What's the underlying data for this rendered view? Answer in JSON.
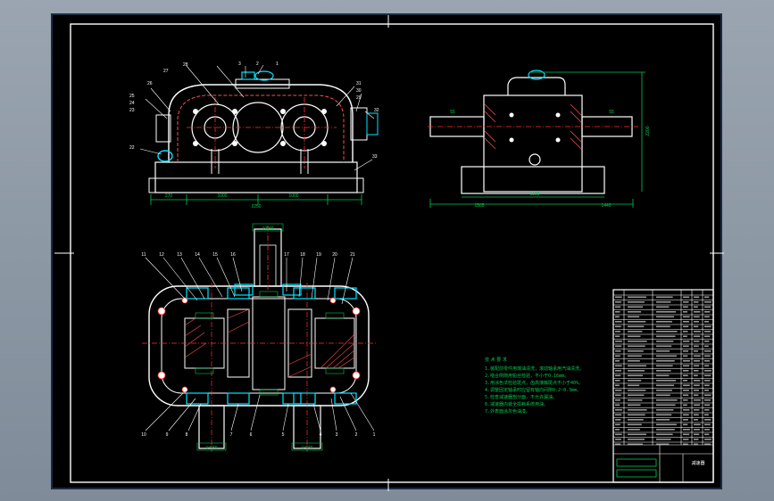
{
  "drawing": {
    "colors": {
      "background": "#000000",
      "outline": "#ffffff",
      "dimension": "#00c853",
      "centerline": "#ff3030",
      "hatch": "#ff5050",
      "highlight": "#00e5ff",
      "leader": "#ffffff"
    },
    "front_view": {
      "callouts_top": [
        "28",
        "3",
        "2",
        "1"
      ],
      "callouts_left": [
        "27",
        "26",
        "25",
        "24",
        "23",
        "22"
      ],
      "callouts_right": [
        "31",
        "30",
        "29",
        "32",
        "33"
      ],
      "dimensions": [
        "270",
        "1000",
        "1000",
        "2250"
      ]
    },
    "side_view": {
      "dimensions": [
        "55",
        "55",
        "2200",
        "1100",
        "1505",
        "1440"
      ]
    },
    "plan_view": {
      "callouts_top": [
        "11",
        "12",
        "13",
        "14",
        "15",
        "16",
        "17",
        "18",
        "19",
        "20",
        "21"
      ],
      "callouts_bottom": [
        "10",
        "9",
        "8",
        "7",
        "6",
        "5",
        "4",
        "3",
        "2",
        "1"
      ],
      "shaft_labels": [
        "φ35k6",
        "φ40k6",
        "φ45k6"
      ]
    },
    "technical_notes": {
      "title": "技 术 要 求",
      "lines": [
        "1.装配前零件用煤油清洗，滚动轴承用汽油清洗。",
        "2.啮合侧隙用铅丝检验，不小于0.16mm。",
        "3.用涂色法检验斑点，齿高接触斑点不小于40%。",
        "4.调整固定轴承时应留有轴向间隙0.2~0.3mm。",
        "5.检查减速器剖分面，不允许漏油。",
        "6.减速器内装全损耗系统用油。",
        "7.外表面涂灰色油漆。"
      ]
    },
    "title_block": {
      "footer_label": "减速器"
    }
  }
}
